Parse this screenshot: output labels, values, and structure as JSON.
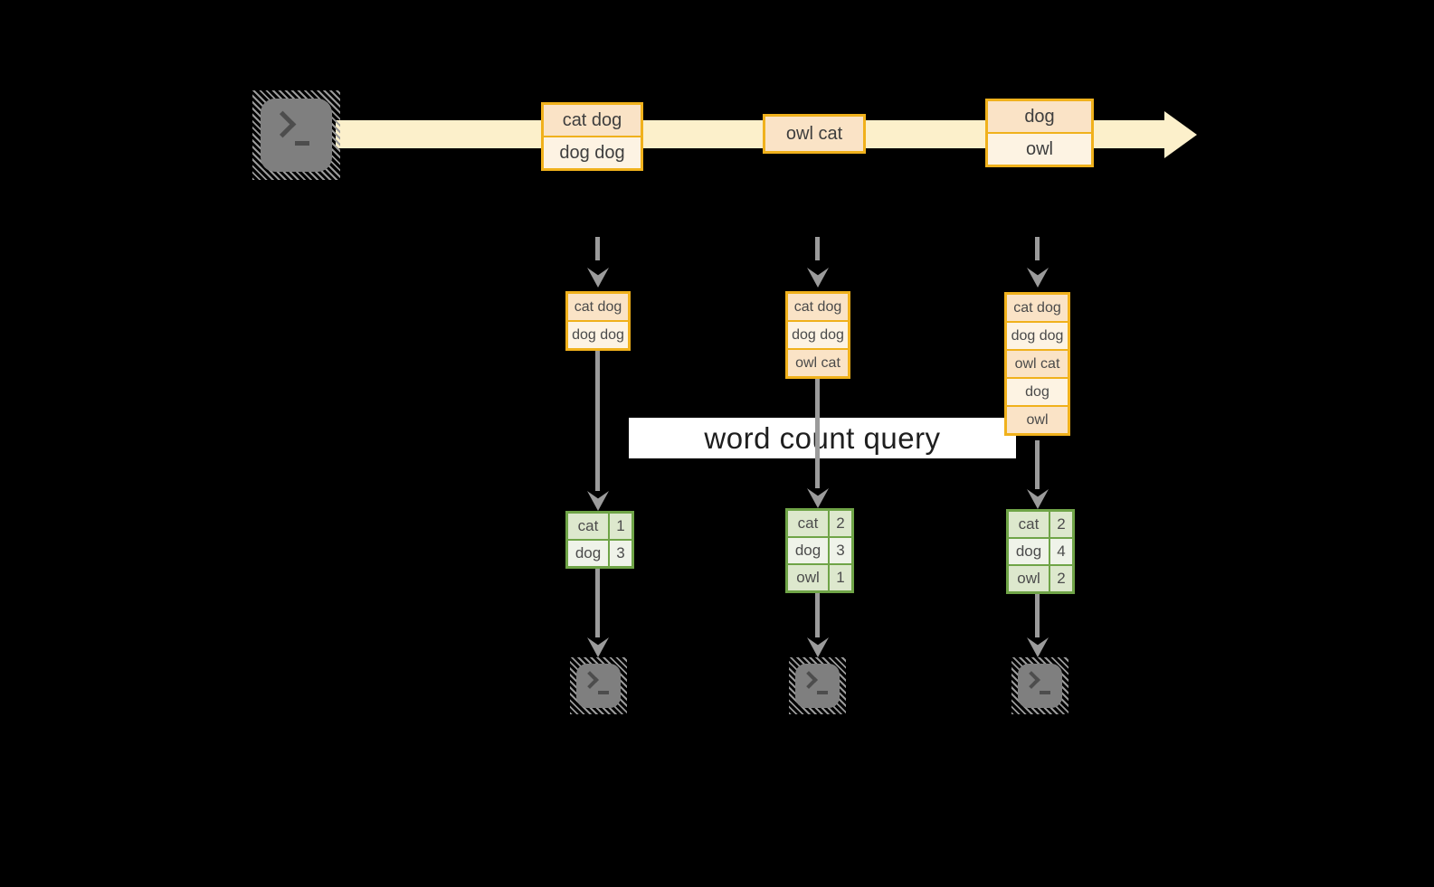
{
  "banner": {
    "label": "word count query"
  },
  "stream_boxes": [
    {
      "cells": [
        "cat dog",
        "dog dog"
      ]
    },
    {
      "cells": [
        "owl cat"
      ]
    },
    {
      "cells": [
        "dog",
        "owl"
      ]
    }
  ],
  "columns": [
    {
      "buffer": [
        "cat dog",
        "dog dog"
      ],
      "counts": [
        [
          "cat",
          "1"
        ],
        [
          "dog",
          "3"
        ]
      ]
    },
    {
      "buffer": [
        "cat dog",
        "dog dog",
        "owl cat"
      ],
      "counts": [
        [
          "cat",
          "2"
        ],
        [
          "dog",
          "3"
        ],
        [
          "owl",
          "1"
        ]
      ]
    },
    {
      "buffer": [
        "cat dog",
        "dog dog",
        "owl cat",
        "dog",
        "owl"
      ],
      "counts": [
        [
          "cat",
          "2"
        ],
        [
          "dog",
          "4"
        ],
        [
          "owl",
          "2"
        ]
      ]
    }
  ],
  "icons": {
    "source": "terminal-icon",
    "sinks": [
      "terminal-icon",
      "terminal-icon",
      "terminal-icon"
    ]
  },
  "colors": {
    "background": "#000000",
    "stream_band": "#fcf0cb",
    "record_border": "#f0b11c",
    "record_fill_dark": "#fae3c6",
    "record_fill_light": "#fdf3e3",
    "table_border": "#6fa447",
    "table_fill_dark": "#dde8cd",
    "table_fill_light": "#eff3e9",
    "connector_gray": "#9b9b9b",
    "terminal_gray": "#7f7f7f",
    "banner_background": "#ffffff"
  }
}
